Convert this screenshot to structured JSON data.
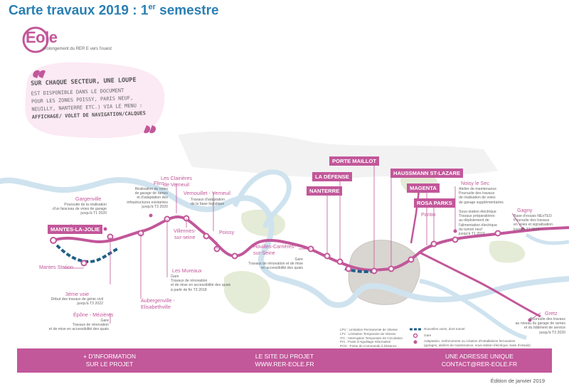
{
  "header": {
    "title_main": "Carte travaux 2019 : 1",
    "title_sup": "er",
    "title_end": " semestre"
  },
  "logo": {
    "name": "Eole",
    "subtitle": "prolongement du RER E vers l'ouest"
  },
  "bubble": {
    "heading": "Sur chaque secteur, une loupe",
    "line1": "est disponible dans le document",
    "line2": "pour les zones Poissy, Paris Neuf,",
    "line3": "Neuilly, Nanterre etc.) via le menu :",
    "line4": "Affichage/ volet de navigation/calques"
  },
  "stations_boxed": {
    "mantes_la_jolie": "MANTES-LA-JOLIE",
    "porte_maillot": "PORTE MAILLOT",
    "la_defense": "LA DÉFENSE",
    "nanterre": "NANTERRE",
    "haussmann": "HAUSSMANN ST-LAZARE",
    "magenta": "MAGENTA",
    "rosa_parks": "ROSA PARKS"
  },
  "places": {
    "gargenville": "Gargenville",
    "flins": "Flins",
    "clairieres": "Les Clairières\nde Verneuil",
    "vernouillet": "Vernouillet - Verneuil",
    "villennes": "Villennes-\nsur-seine",
    "poissy": "Poissy",
    "houilles": "Houilles-Carrières-\nsur-Seine",
    "mantes_station": "Mantes Station",
    "les_mureaux": "Les Mureaux",
    "aubergenville": "Aubergenville -\nElisabethville",
    "epone": "Épône - Mézières",
    "troisieme_voie": "3ème voie",
    "noisy": "Noisy le Sec",
    "pantin": "Pantin",
    "gagny": "Gagny",
    "gretz": "Gretz"
  },
  "notes": {
    "gargenville": "Poursuite de la réalisation\nd'un faisceau de voies de garage\njusqu'à T1 2020",
    "flins": "Réalisation de voies\nde garage de rames\net d'adaptation des\ninfrastructures existantes\njusqu'à T3 2020",
    "vernouillet": "Travaux d'adaptation\nde la base logistique",
    "houilles": "Gare\nTravaux de rénovation et de mise\nen accessibilité des quais",
    "les_mureaux": "Gare\nTravaux de rénovation\net de mise en accessibilité des quais\nà partir de fin T3 2018",
    "troisieme_voie": "Début des travaux de génie civil\njusqu'à T3 2022",
    "epone": "Gare\nTravaux de rénovation\net de mise en accessibilité des quais",
    "noisy_atelier": "Atelier de maintenance\nPoursuite des travaux\nde réalisation de voies\nde garage supplémentaires",
    "noisy_sous": "Sous-station électrique\nTravaux préparatoires\nau déploiement de\nl'alimentation électrique\ndu tunnel neuf\njusqu'à T1 2019",
    "gagny": "Base d'essais NExTEO\nPoursuite des travaux\nen voies et signalisation\njusqu'à T1 2019",
    "gretz": "Poursuite des travaux\nau niveau du garage de rames\net du bâtiment de service\njusqu'à T3 2020"
  },
  "legend": {
    "abbrev": "LPV : Limitation Permanente de Vitesse\nLTV : Limitation Temporaire de Vitesse\nITC : Interruption Temporaire de Circulation\nPAI : Poste d'Aiguillage Informatisé\nPCD : Poste de Commande à Distance",
    "new_track": "Nouvelles voies, dont tunnel",
    "station": "Gare",
    "adaptation": "Adaptation, renforcement ou création d'installations ferroviaires\n(garages, ateliers de maintenance, sous-station électrique, base d'essais)"
  },
  "footer": {
    "col1": "+ D'INFORMATION\nSUR LE PROJET",
    "col2": "LE SITE DU PROJET\nWWW.RER-EOLE.FR",
    "col3": "UNE ADRESSE UNIQUE\nCONTACT@RER-EOLE.FR"
  },
  "edition": "Édition de janvier 2019",
  "colors": {
    "line": "#c2579a",
    "seine": "#cfe3ef",
    "paris": "#d9d5d1",
    "title": "#2a7fb4",
    "tunnel": "#1f5f86"
  }
}
